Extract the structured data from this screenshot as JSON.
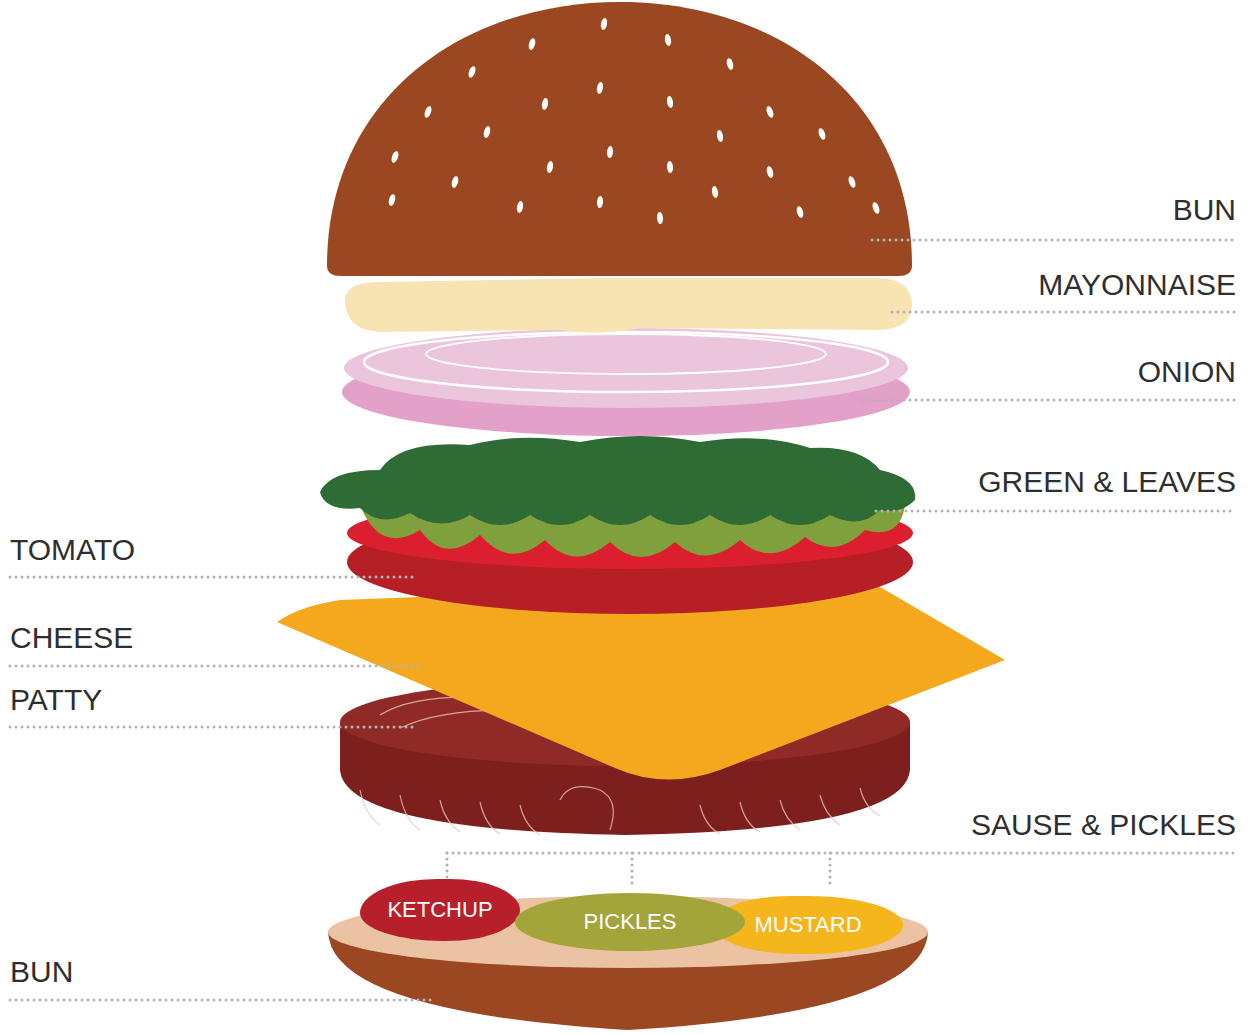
{
  "diagram": {
    "nodes": [
      {
        "text": [
          "KETCHUP"
        ]
      },
      {
        "text": [
          "PICKLES"
        ]
      },
      {
        "text": [
          "MUSTARD"
        ]
      }
    ],
    "labels": [
      "BUN",
      "MAYONNAISE",
      "ONION",
      "GREEN & LEAVES",
      "TOMATO",
      "CHEESE",
      "PATTY",
      "SAUSE & PICKLES",
      "BUN"
    ]
  }
}
